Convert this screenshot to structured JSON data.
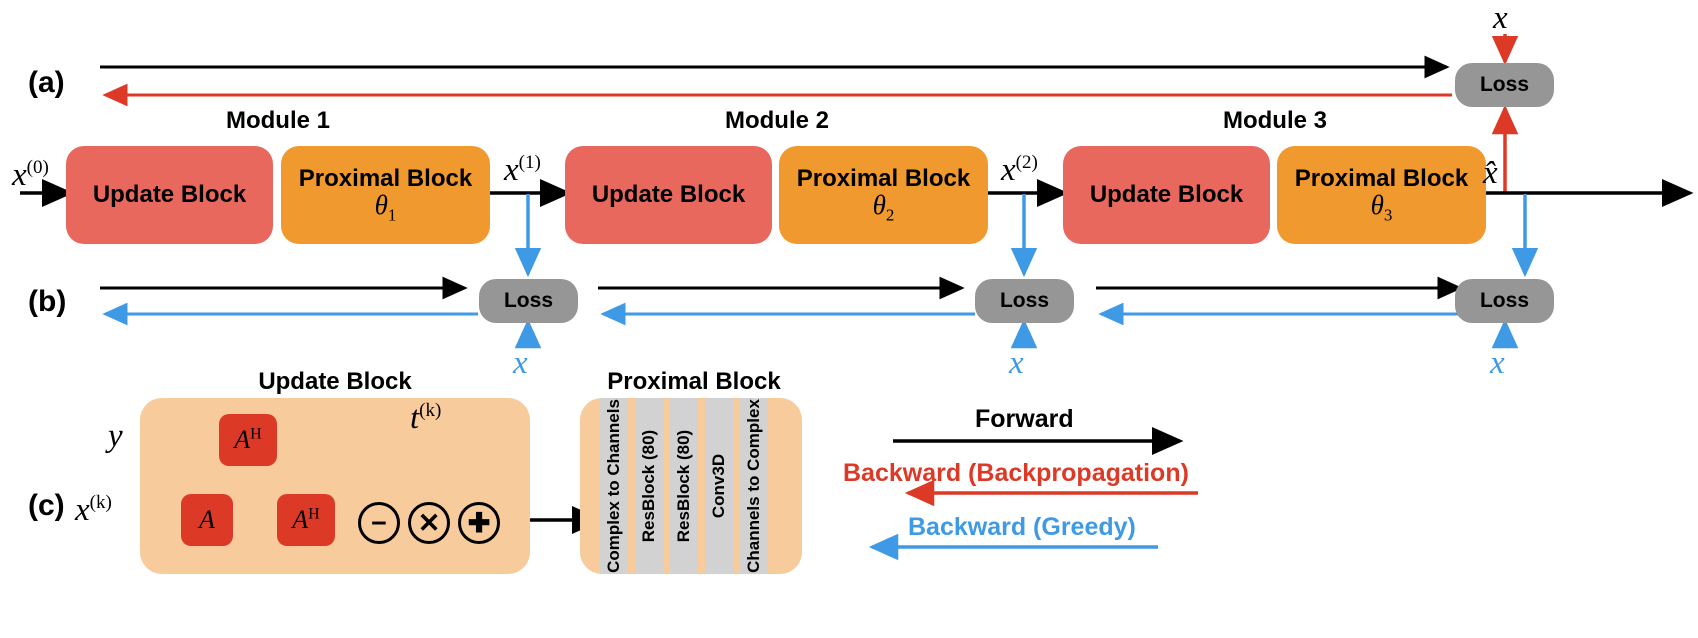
{
  "panels": {
    "a_label": "(a)",
    "b_label": "(b)",
    "c_label": "(c)"
  },
  "colors": {
    "update_block": "#e8685d",
    "proximal_block": "#f0992e",
    "loss_block": "#969696",
    "forward": "#000000",
    "backward_backprop": "#dc3a27",
    "backward_greedy": "#3f9ae5",
    "c_panel_bg": "#f7cb9c",
    "c_op_block": "#dc3a27",
    "layer_bg": "#d2d2d2"
  },
  "modules": [
    {
      "title": "Module 1",
      "update_label": "Update Block",
      "proximal_label": "Proximal Block",
      "theta": "θ",
      "theta_sub": "1",
      "input_label": "x",
      "input_sup": "(0)",
      "output_label": "x",
      "output_sup": "(1)"
    },
    {
      "title": "Module 2",
      "update_label": "Update Block",
      "proximal_label": "Proximal Block",
      "theta": "θ",
      "theta_sub": "2",
      "input_label": "x",
      "input_sup": "(1)",
      "output_label": "x",
      "output_sup": "(2)"
    },
    {
      "title": "Module 3",
      "update_label": "Update Block",
      "proximal_label": "Proximal Block",
      "theta": "θ",
      "theta_sub": "3",
      "input_label": "x",
      "input_sup": "(2)",
      "output_label": "x̂",
      "output_sup": ""
    }
  ],
  "loss": {
    "label": "Loss",
    "target_label": "x"
  },
  "losses_b": [
    {
      "label": "Loss",
      "target_label": "x"
    },
    {
      "label": "Loss",
      "target_label": "x"
    },
    {
      "label": "Loss",
      "target_label": "x"
    }
  ],
  "update_block_detail": {
    "title": "Update Block",
    "input_y": "y",
    "input_x": "x",
    "input_x_sup": "(k)",
    "step_size": "t",
    "step_size_sup": "(k)",
    "op_blocks": [
      {
        "name": "A",
        "sup": "H"
      },
      {
        "name": "A",
        "sup": ""
      },
      {
        "name": "A",
        "sup": "H"
      }
    ],
    "operators": [
      "−",
      "✕",
      "✚"
    ]
  },
  "proximal_block_detail": {
    "title": "Proximal Block",
    "layers": [
      "Complex to Channels",
      "ResBlock (80)",
      "ResBlock (80)",
      "Conv3D",
      "Channels to Complex"
    ]
  },
  "legend": [
    {
      "text": "Forward",
      "color": "#000000"
    },
    {
      "text": "Backward (Backpropagation)",
      "color": "#dc3a27"
    },
    {
      "text": "Backward (Greedy)",
      "color": "#3f9ae5"
    }
  ]
}
